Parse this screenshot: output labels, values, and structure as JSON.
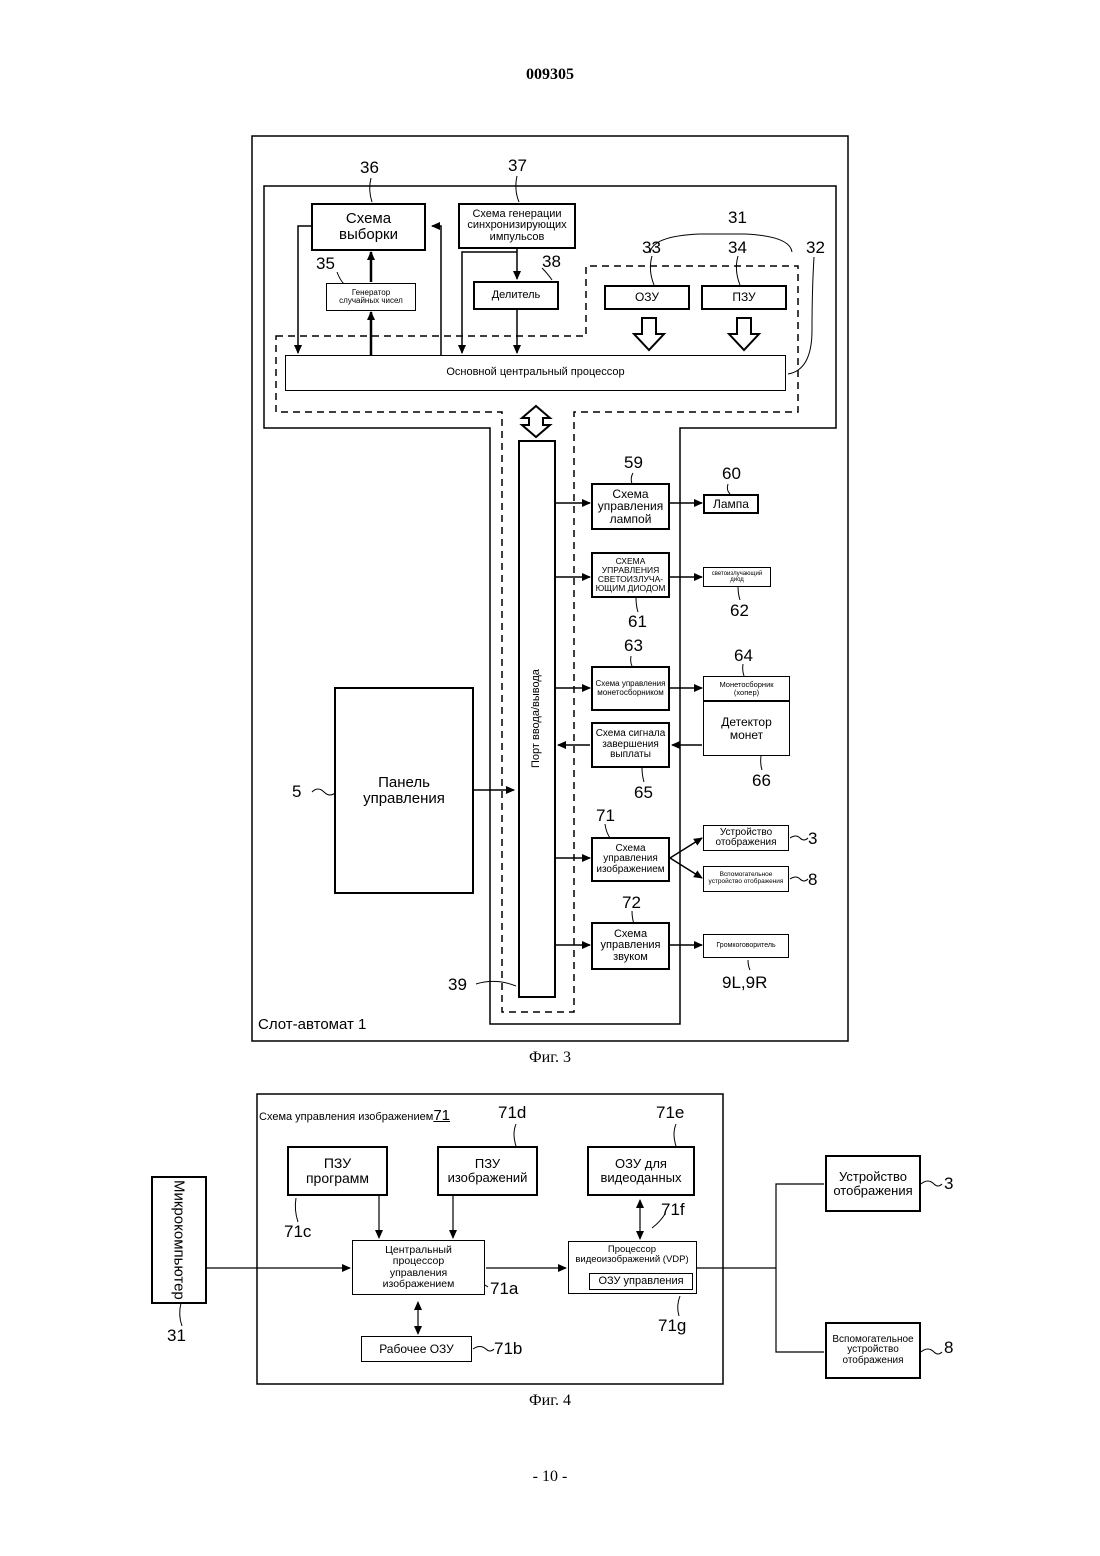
{
  "header": {
    "doc_number": "009305"
  },
  "footer": {
    "page_number": "- 10 -"
  },
  "fig3": {
    "caption": "Фиг. 3",
    "outer_label": "Слот-автомат 1",
    "blocks": {
      "sampling": "Схема выборки",
      "sync_gen": "Схема генерации синхронизирующих импульсов",
      "rng": "Генератор случайных чисел",
      "divider": "Делитель",
      "ram": "ОЗУ",
      "rom": "ПЗУ",
      "main_cpu": "Основной центральный процессор",
      "io_port": "Порт ввода/вывода",
      "control_panel": "Панель управления",
      "lamp_ctrl": "Схема управления лампой",
      "lamp": "Лампа",
      "led_ctrl": "СХЕМА УПРАВЛЕНИЯ СВЕТОИЗЛУЧА-ЮЩИМ ДИОДОМ",
      "led": "светоизлучающий диод",
      "hopper_ctrl": "Схема управления монетосборником",
      "hopper": "Монетосборник (хопер)",
      "coin_detector": "Детектор монет",
      "payout_end": "Схема сигнала завершения выплаты",
      "image_ctrl": "Схема управления изображением",
      "display": "Устройство отображения",
      "sub_display": "Вспомогательное устройство отображения",
      "sound_ctrl": "Схема управления звуком",
      "speaker": "Громкоговоритель"
    },
    "refs": {
      "r36": "36",
      "r37": "37",
      "r31": "31",
      "r33": "33",
      "r34": "34",
      "r32": "32",
      "r35": "35",
      "r38": "38",
      "r59": "59",
      "r60": "60",
      "r61": "61",
      "r62": "62",
      "r63": "63",
      "r64": "64",
      "r65": "65",
      "r66": "66",
      "r71": "71",
      "r72": "72",
      "r3": "3",
      "r8": "8",
      "r9": "9L,9R",
      "r5": "5",
      "r39": "39"
    }
  },
  "fig4": {
    "caption": "Фиг. 4",
    "title_text": "Схема управления изображением",
    "title_ref": "71",
    "blocks": {
      "microcomputer": "Микрокомпьютер",
      "prog_rom": "ПЗУ программ",
      "img_rom": "ПЗУ изображений",
      "video_ram": "ОЗУ для видеоданных",
      "image_cpu": "Центральный процессор управления изображением",
      "vdp": "Процессор видеоизображений (VDP)",
      "ctrl_ram": "ОЗУ управления",
      "work_ram": "Рабочее ОЗУ",
      "display": "Устройство отображения",
      "sub_display": "Вспомогательное устройство отображения"
    },
    "refs": {
      "r71d": "71d",
      "r71e": "71e",
      "r71f": "71f",
      "r71c": "71c",
      "r71a": "71a",
      "r71g": "71g",
      "r71b": "71b",
      "r31": "31",
      "r3": "3",
      "r8": "8"
    }
  }
}
